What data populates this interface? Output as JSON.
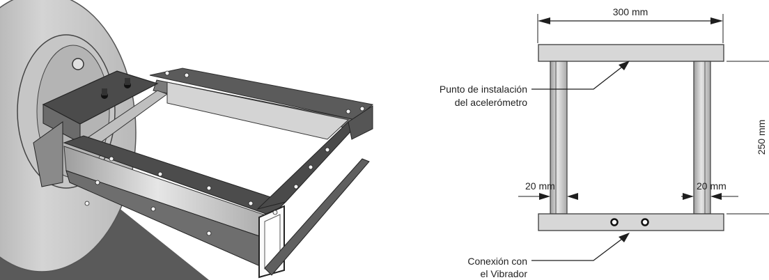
{
  "dimensions": {
    "width": "300 mm",
    "height": "250 mm",
    "flange_left": "20 mm",
    "flange_right": "20 mm"
  },
  "labels": {
    "accelerometer_line1": "Punto de instalación",
    "accelerometer_line2": "del acelerómetro",
    "vibrator_line1": "Conexión con",
    "vibrator_line2": "el Vibrador"
  },
  "colors": {
    "bar_fill": "#d7d7d7",
    "bar_stroke": "#3c3c3c",
    "ink": "#1e1e1e",
    "drum": "#cfcfcf",
    "plate": "#4a4a4a"
  }
}
